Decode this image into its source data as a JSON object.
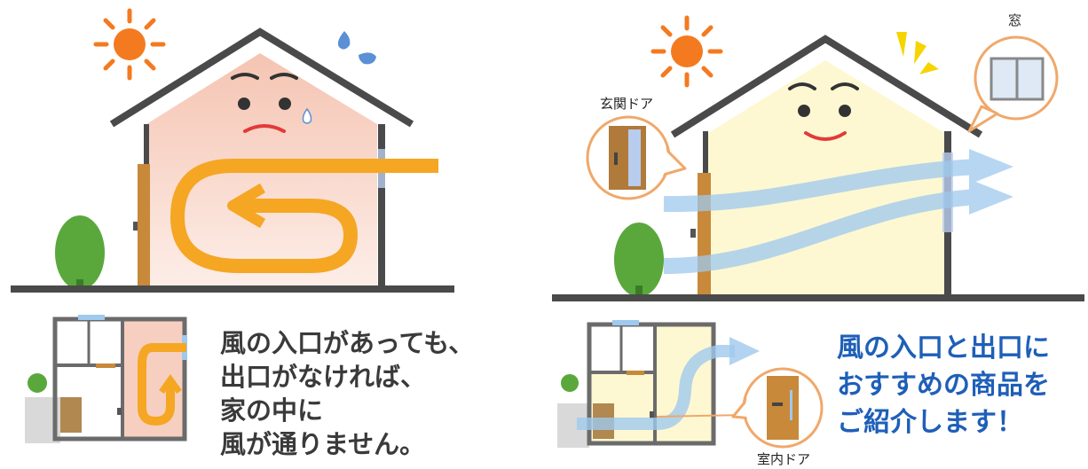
{
  "left_message": {
    "lines": [
      "風の入口があっても、",
      "出口がなければ、",
      "家の中に",
      "風が通りません。"
    ]
  },
  "right_message": {
    "lines": [
      "風の入口と出口に",
      "おすすめの商品を",
      "ご紹介します！"
    ]
  },
  "labels": {
    "window": "窓",
    "entrance_door": "玄関ドア",
    "interior_door": "室内ドア"
  },
  "colors": {
    "sun": "#f47a20",
    "bad_air_flow": "#f5a623",
    "good_air_flow": "#9fc9ee",
    "left_house_fill": "#f7cfc0",
    "right_house_fill": "#fdf8d2",
    "wall": "#4a4a4a",
    "bush": "#5aa83c",
    "accent_text": "#1e5fb8"
  }
}
